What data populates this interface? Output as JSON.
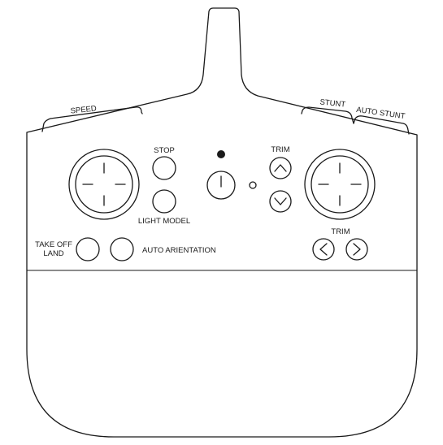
{
  "labels": {
    "speed": "SPEED",
    "stunt": "STUNT",
    "auto_stunt": "AUTO STUNT",
    "stop": "STOP",
    "light_model": "LIGHT MODEL",
    "trim_vertical": "TRIM",
    "trim_horizontal": "TRIM",
    "take_off_line1": "TAKE OFF",
    "take_off_line2": "LAND",
    "auto_orientation": "AUTO ARIENTATION"
  },
  "colors": {
    "line": "#1a1a1a",
    "background": "#ffffff"
  }
}
